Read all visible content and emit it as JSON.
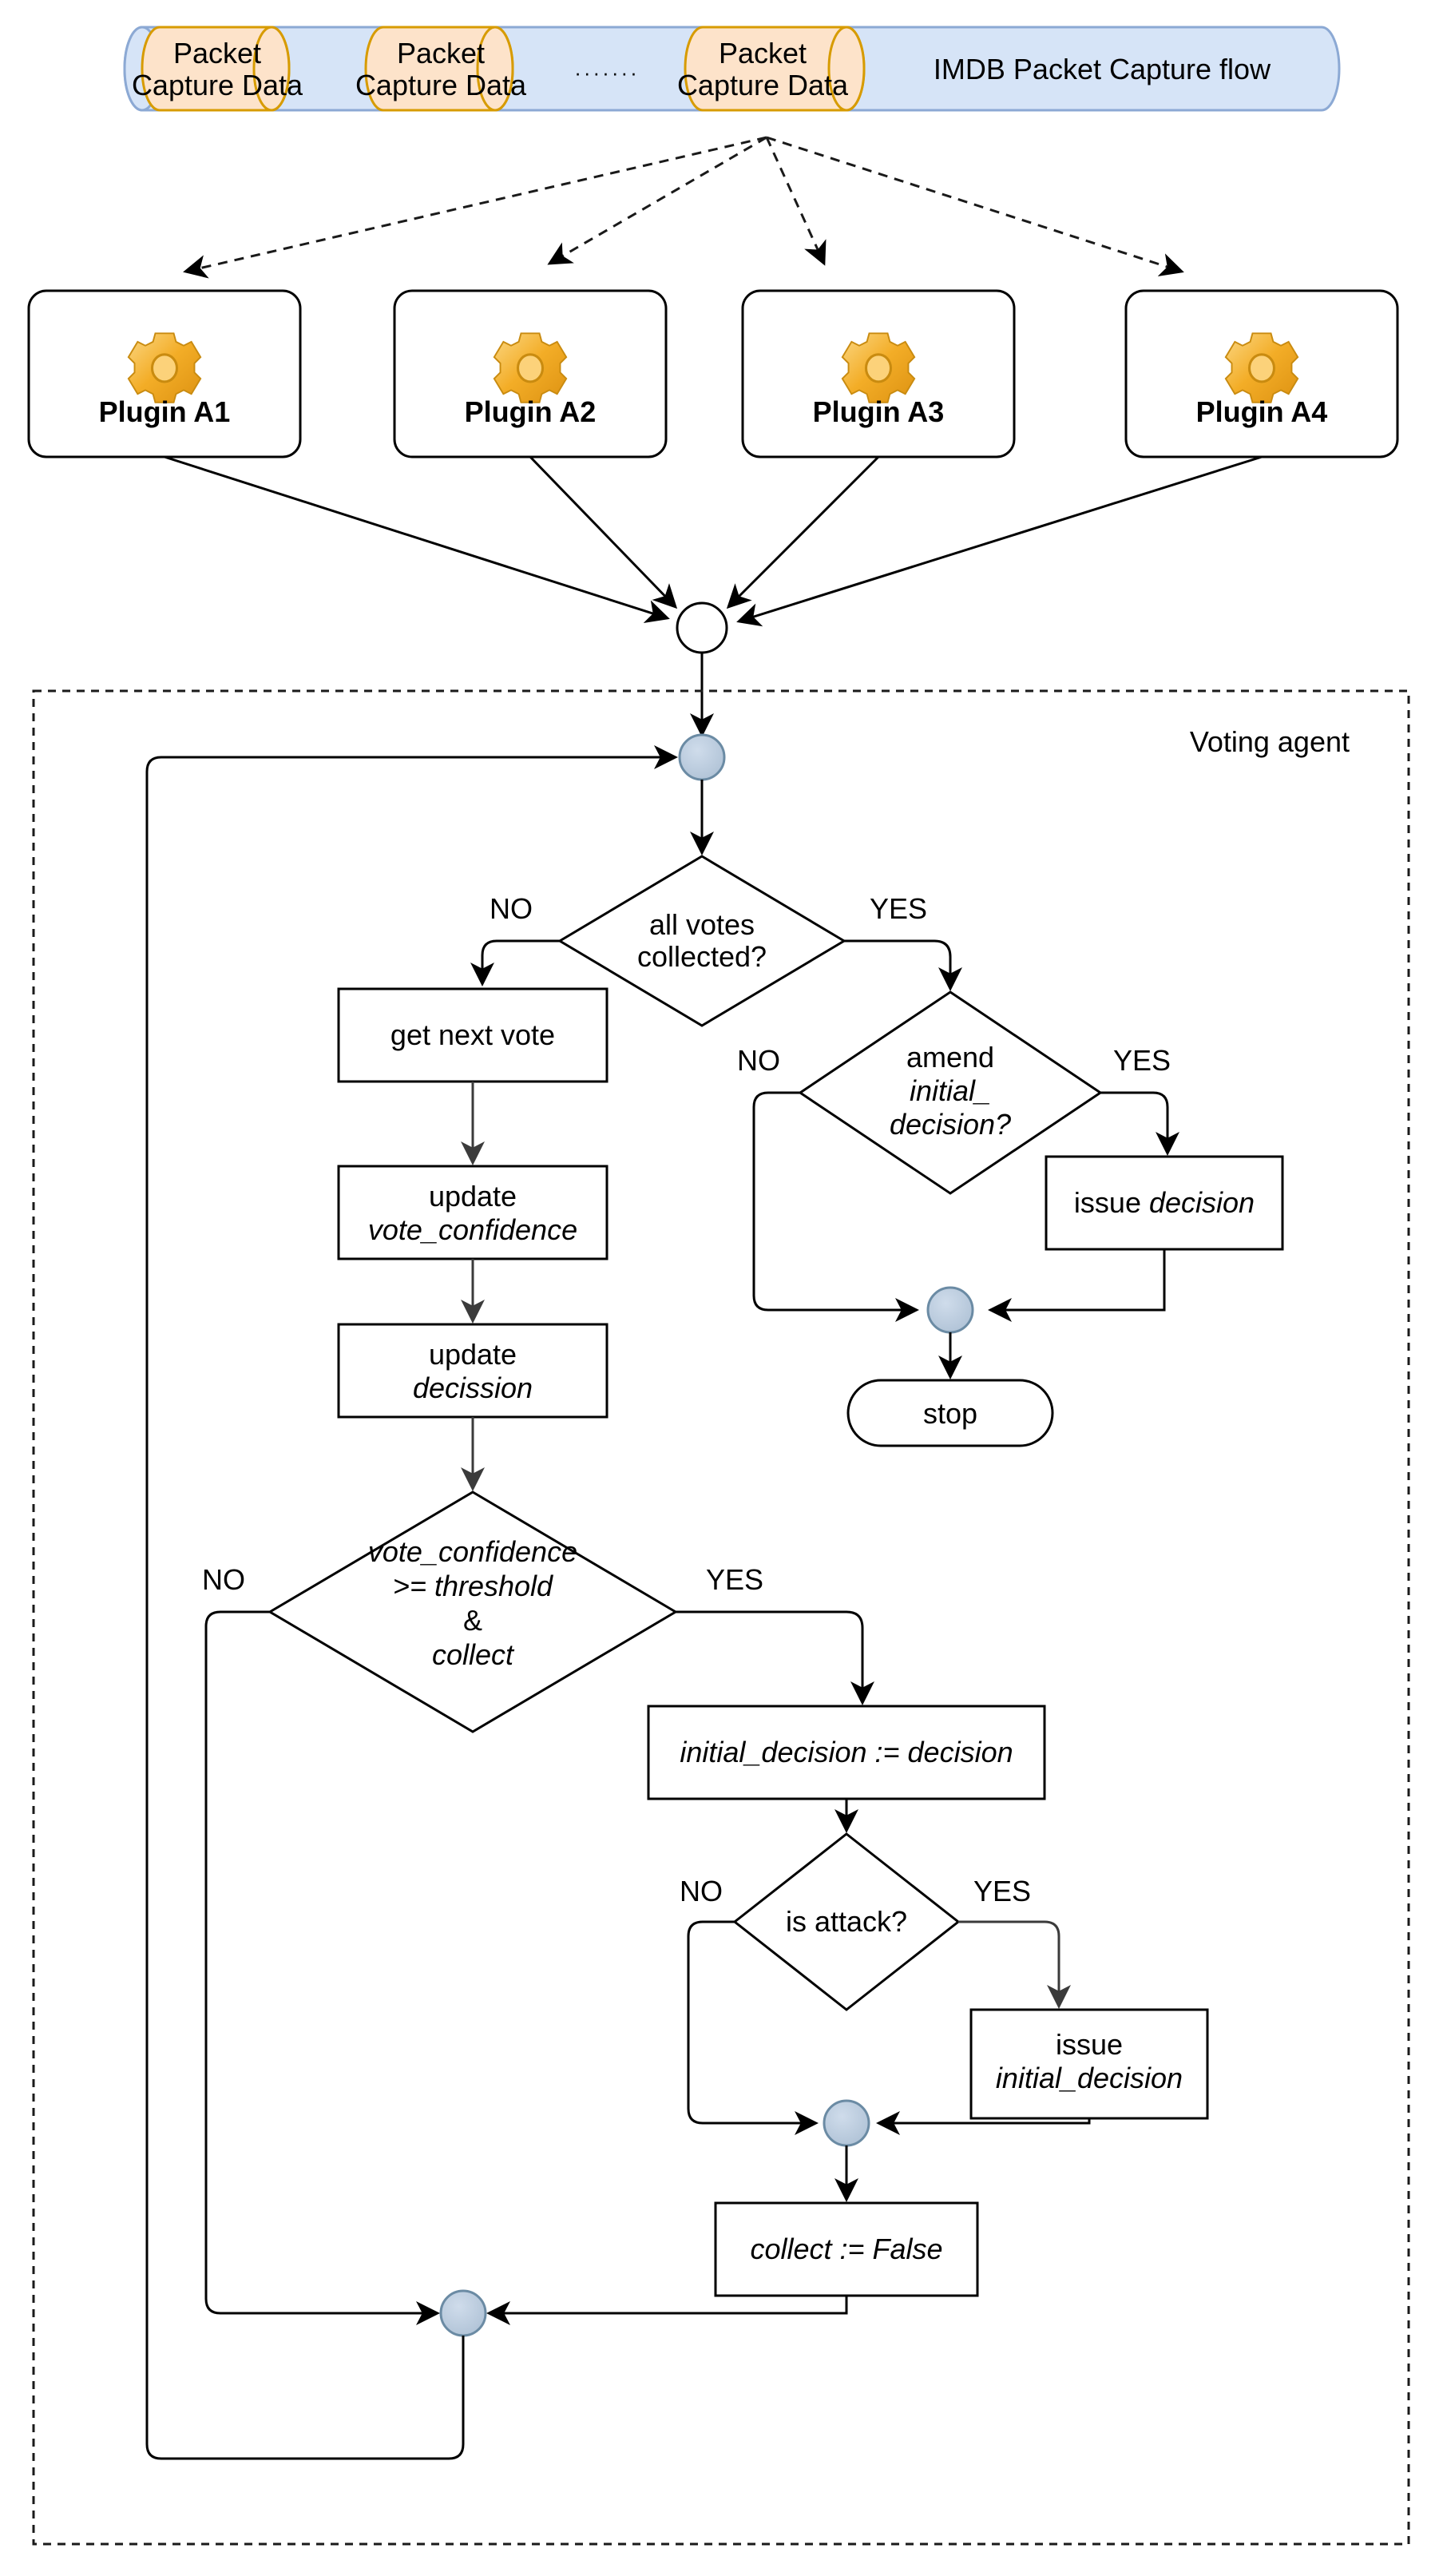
{
  "diagram": {
    "title": "IMDB Packet Capture flow",
    "datastore": {
      "flow_label": "IMDB Packet Capture flow",
      "packets": [
        {
          "line1": "Packet",
          "line2": "Capture Data"
        },
        {
          "line1": "Packet",
          "line2": "Capture Data"
        },
        {
          "line1": "Packet",
          "line2": "Capture Data"
        }
      ],
      "ellipsis": "·······"
    },
    "plugins": [
      {
        "label": "Plugin A1",
        "icon": "gear-icon"
      },
      {
        "label": "Plugin A2",
        "icon": "gear-icon"
      },
      {
        "label": "Plugin A3",
        "icon": "gear-icon"
      },
      {
        "label": "Plugin A4",
        "icon": "gear-icon"
      }
    ],
    "container": {
      "label": "Voting agent"
    },
    "nodes": {
      "start": {
        "shape": "circle-filled"
      },
      "merge_plugins": {
        "shape": "circle-open"
      },
      "d_all_votes": {
        "line1": "all votes",
        "line2": "collected?"
      },
      "b_get_next_vote": {
        "line1": "get next vote"
      },
      "b_update_vote_conf": {
        "line1": "update",
        "line2": "vote_confidence"
      },
      "b_update_decission": {
        "line1": "update",
        "line2": "decission"
      },
      "d_vote_conf": {
        "line1": "vote_confidence",
        "line2": ">= threshold",
        "line3": "&",
        "line4": "collect"
      },
      "b_initial_assign": {
        "line1": "initial_decision := decision"
      },
      "d_is_attack": {
        "line1": "is attack?"
      },
      "b_issue_initial": {
        "line1": "issue",
        "line2": "initial_decision"
      },
      "b_collect_false": {
        "line1": "collect := False"
      },
      "d_amend": {
        "line1": "amend",
        "line2": "initial_",
        "line3": "decision?"
      },
      "b_issue_decision": {
        "line1": "issue ",
        "line2": "decision"
      },
      "b_stop": {
        "line1": "stop"
      }
    },
    "edge_labels": {
      "all_votes_no": "NO",
      "all_votes_yes": "YES",
      "amend_no": "NO",
      "amend_yes": "YES",
      "vote_conf_no": "NO",
      "vote_conf_yes": "YES",
      "is_attack_no": "NO",
      "is_attack_yes": "YES"
    },
    "colors": {
      "datastore_blue_fill": "#d6e4f7",
      "datastore_blue_stroke": "#8ca9d4",
      "packet_fill": "#fde3ca",
      "packet_stroke": "#d79b00",
      "node_fill": "#b3c7d9",
      "node_stroke": "#6b8ba4",
      "line": "#000000",
      "gear": "#f0b429"
    }
  }
}
